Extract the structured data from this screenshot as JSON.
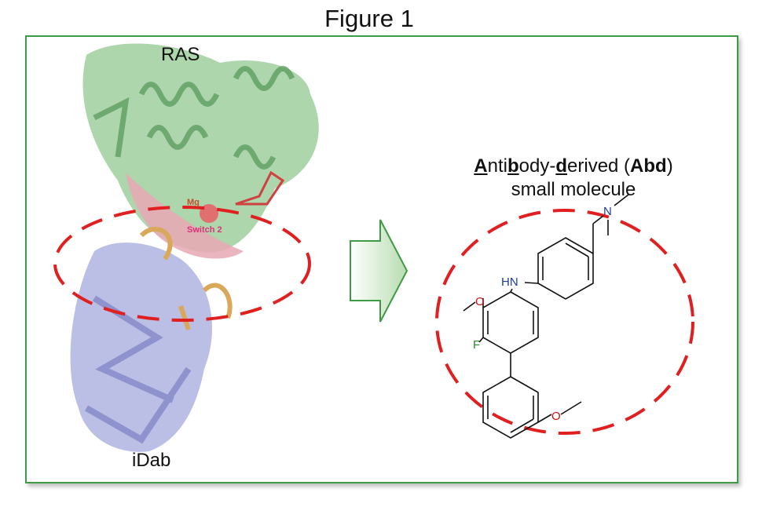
{
  "figure_title": "Figure 1",
  "protein": {
    "top_label": "RAS",
    "bottom_label": "iDab",
    "mg_label": "Mg",
    "switch_label": "Switch 2"
  },
  "caption": {
    "A": "A",
    "nti": "nti",
    "b": "b",
    "ody": "ody-",
    "d": "d",
    "erived": "erived (",
    "abbr": "Abd",
    "close": ")",
    "line2": "small molecule"
  },
  "molecule": {
    "amine_label": "HN",
    "n_label": "N",
    "o_label_1": "O",
    "o_label_2": "O",
    "f_label": "F"
  },
  "colors": {
    "frame": "#3f9a45",
    "ras": "#8cc08e",
    "idab": "#a9acd8",
    "interface": "#d9a85a",
    "ellipse": "#e02020",
    "nitrogen": "#1f3c9c",
    "oxygen": "#d01010",
    "fluorine": "#2a8a2a"
  }
}
